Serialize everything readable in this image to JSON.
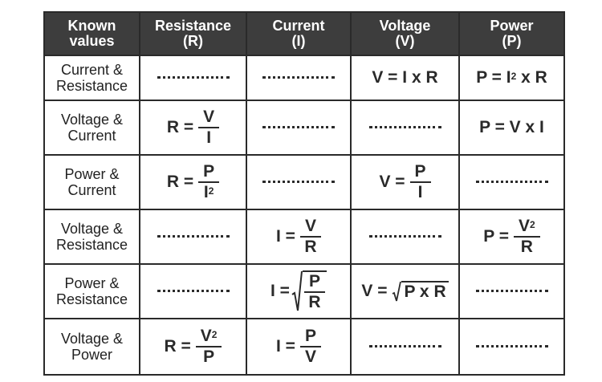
{
  "header": {
    "known": [
      "Known",
      "values"
    ],
    "resistance": [
      "Resistance",
      "(R)"
    ],
    "current": [
      "Current",
      "(I)"
    ],
    "voltage": [
      "Voltage",
      "(V)"
    ],
    "power": [
      "Power",
      "(P)"
    ]
  },
  "rows": [
    {
      "known": [
        "Current &",
        "Resistance"
      ],
      "V": "V = I x R",
      "P_a": "P = I",
      "P_sup": "2",
      "P_b": " x R"
    },
    {
      "known": [
        "Voltage &",
        "Current"
      ],
      "R_lhs": "R =",
      "R_num": "V",
      "R_den": "I",
      "P": "P = V x I"
    },
    {
      "known": [
        "Power &",
        "Current"
      ],
      "R_lhs": "R =",
      "R_num": "P",
      "R_den": "I",
      "R_den_sup": "2",
      "V_lhs": "V =",
      "V_num": "P",
      "V_den": "I"
    },
    {
      "known": [
        "Voltage &",
        "Resistance"
      ],
      "I_lhs": "I =",
      "I_num": "V",
      "I_den": "R",
      "P_lhs": "P =",
      "P_num": "V",
      "P_num_sup": "2",
      "P_den": "R"
    },
    {
      "known": [
        "Power &",
        "Resistance"
      ],
      "I_lhs": "I =",
      "I_num": "P",
      "I_den": "R",
      "V_lhs": "V =",
      "V_rad": "P x R"
    },
    {
      "known": [
        "Voltage &",
        "Power"
      ],
      "R_lhs": "R =",
      "R_num": "V",
      "R_num_sup": "2",
      "R_den": "P",
      "I_lhs": "I =",
      "I_num": "P",
      "I_den": "V"
    }
  ]
}
